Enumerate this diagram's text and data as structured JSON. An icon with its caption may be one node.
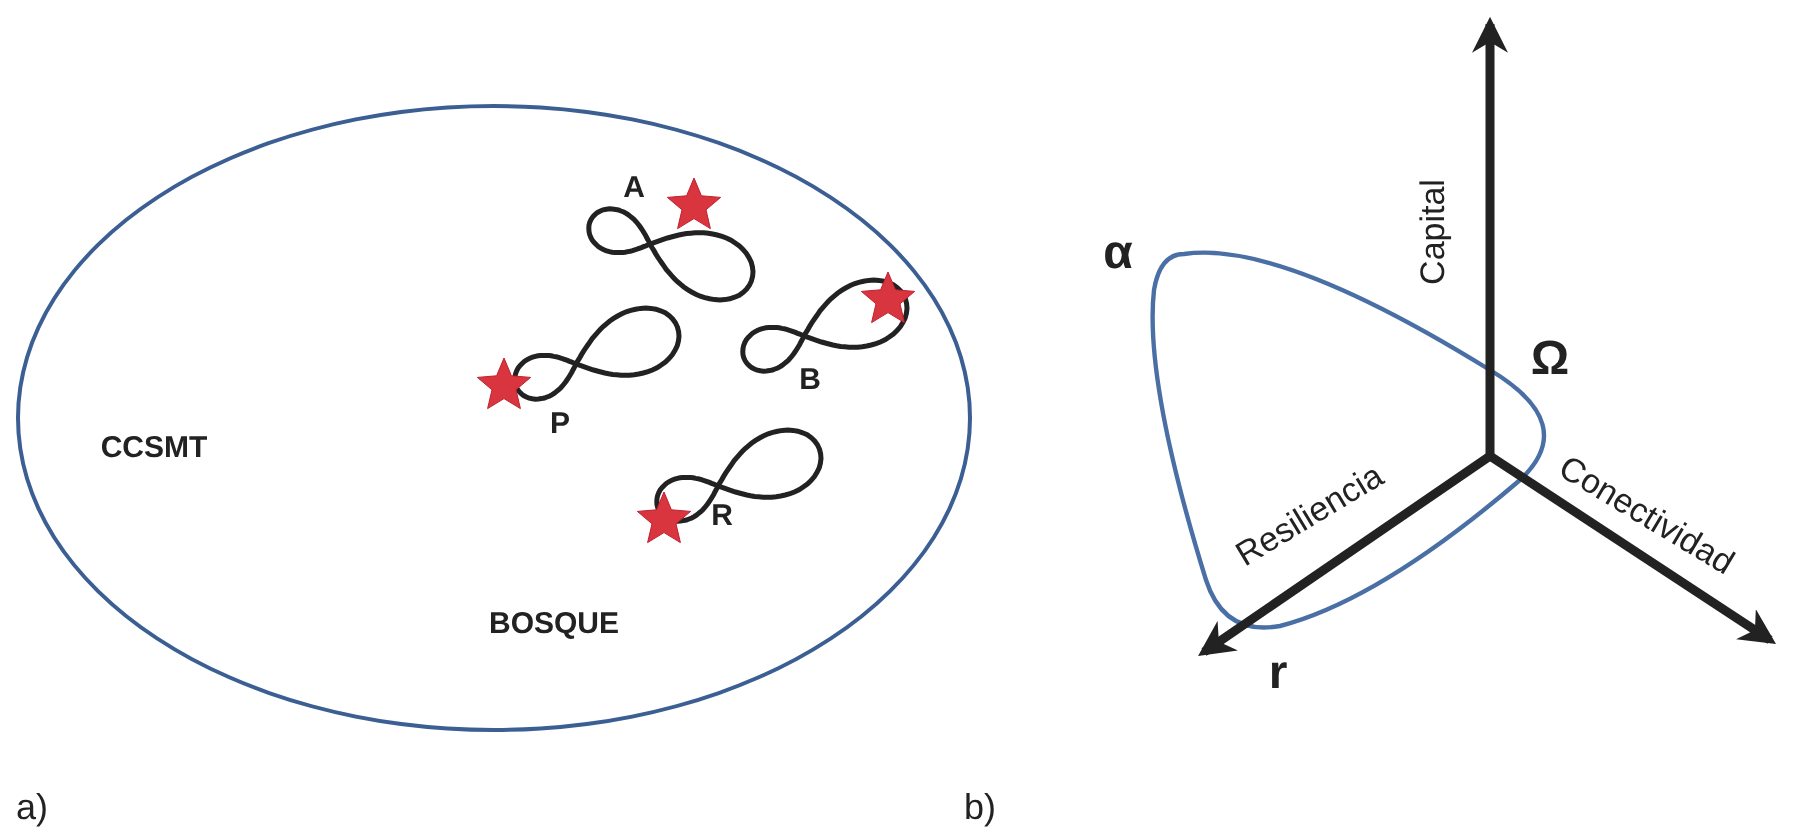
{
  "diagram": {
    "nodes": [
      {
        "text": [
          "CCSMT",
          "BOSQUE"
        ]
      }
    ],
    "labels": [
      "A",
      "B",
      "P",
      "R",
      "α",
      "Capital",
      "Ω",
      "Resiliencia",
      "Conectividad",
      "r",
      "a)",
      "b)"
    ]
  }
}
